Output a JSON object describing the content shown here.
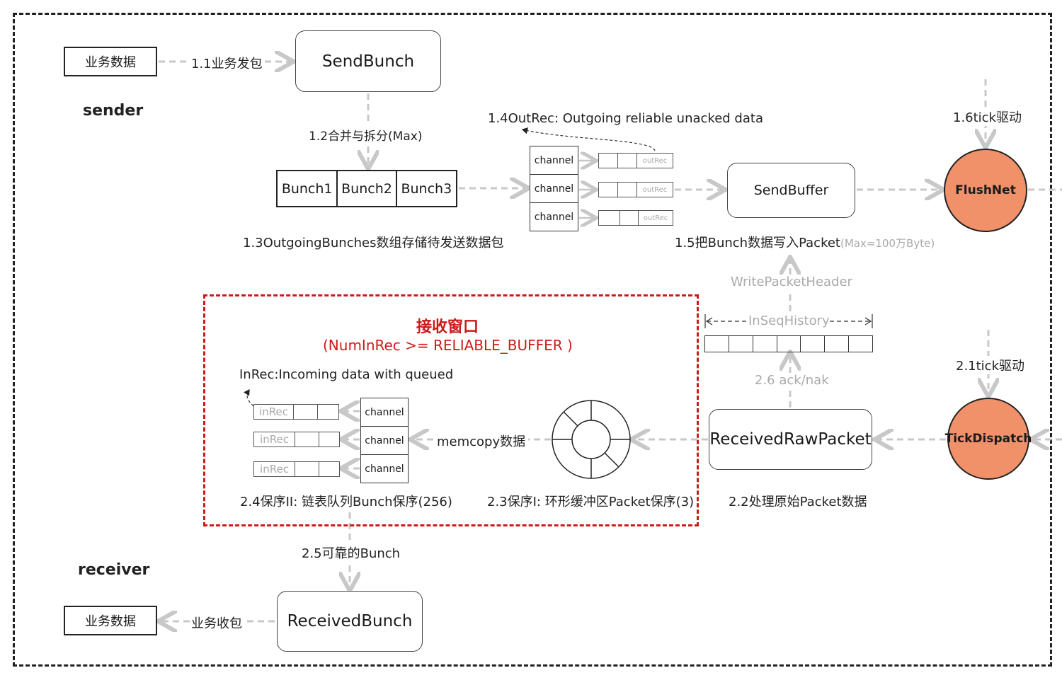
{
  "sender": {
    "section_label": "sender",
    "business_data": "业务数据",
    "step_1_1": "1.1业务发包",
    "send_bunch": "SendBunch",
    "step_1_2": "1.2合并与拆分(Max)",
    "bunches": [
      "Bunch1",
      "Bunch2",
      "Bunch3"
    ],
    "step_1_3": "1.3OutgoingBunches数组存储待发送数据包",
    "step_1_4": "1.4OutRec: Outgoing reliable unacked data",
    "channels": [
      "channel",
      "channel",
      "channel"
    ],
    "out_rec": "outRec",
    "send_buffer": "SendBuffer",
    "step_1_5": "1.5把Bunch数据写入Packet",
    "step_1_5_note": "(Max=100万Byte)",
    "step_1_6": "1.6tick驱动",
    "flush_net": "FlushNet",
    "write_packet_header": "WritePacketHeader"
  },
  "receiver": {
    "section_label": "receiver",
    "window_title": "接收窗口",
    "window_condition": "(NumInRec >= RELIABLE_BUFFER )",
    "in_rec_title": "InRec:Incoming data with queued",
    "in_rec": "inRec",
    "channels": [
      "channel",
      "channel",
      "channel"
    ],
    "memcopy": "memcopy数据",
    "in_seq_history": "InSeqHistory",
    "step_2_1": "2.1tick驱动",
    "tick_dispatch": "TickDispatch",
    "received_raw_packet": "ReceivedRawPacket",
    "step_2_2": "2.2处理原始Packet数据",
    "step_2_3": "2.3保序I: 环形缓冲区Packet保序(3)",
    "step_2_4": "2.4保序II: 链表队列Bunch保序(256)",
    "step_2_5": "2.5可靠的Bunch",
    "step_2_6": "2.6 ack/nak",
    "received_bunch": "ReceivedBunch",
    "business_data": "业务数据",
    "business_receive": "业务收包"
  },
  "colors": {
    "circle_fill": "#f0916a",
    "window_red": "#cc1a1a",
    "arrow_gray": "#c8c8c8"
  }
}
